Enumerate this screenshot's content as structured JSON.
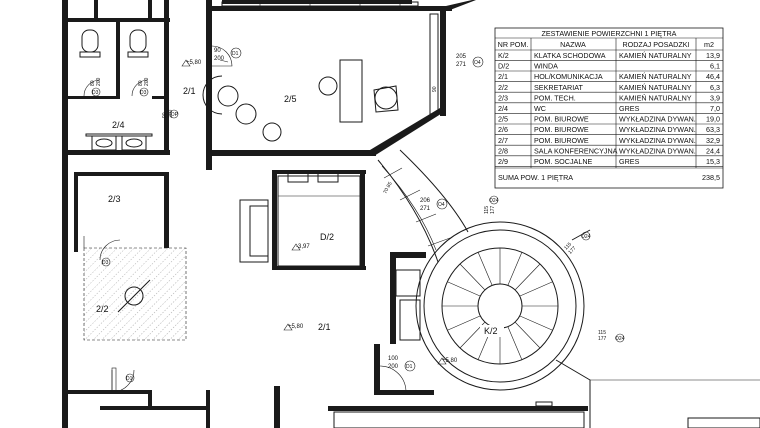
{
  "title": "ZESTAWIENIE POWIERZCHNI 1 PIĘTRA",
  "table": {
    "headers": [
      "NR POM.",
      "NAZWA",
      "RODZAJ POSADZKI",
      "m2"
    ],
    "rows": [
      [
        "K/2",
        "KLATKA SCHODOWA",
        "KAMIEŃ NATURALNY",
        "13,9"
      ],
      [
        "D/2",
        "WINDA",
        "",
        "6,1"
      ],
      [
        "2/1",
        "HOL/KOMUNIKACJA",
        "KAMIEŃ NATURALNY",
        "46,4"
      ],
      [
        "2/2",
        "SEKRETARIAT",
        "KAMIEŃ NATURALNY",
        "6,3"
      ],
      [
        "2/3",
        "POM. TECH.",
        "KAMIEŃ NATURALNY",
        "3,9"
      ],
      [
        "2/4",
        "WC",
        "GRES",
        "7,0"
      ],
      [
        "2/5",
        "POM. BIUROWE",
        "WYKŁADZINA DYWAN.",
        "19,0"
      ],
      [
        "2/6",
        "POM. BIUROWE",
        "WYKŁADZINA DYWAN.",
        "63,3"
      ],
      [
        "2/7",
        "POM. BIUROWE",
        "WYKŁADZINA DYWAN.",
        "32,9"
      ],
      [
        "2/8",
        "SALA KONFERENCYJNA",
        "WYKŁADZINA DYWAN.",
        "24,4"
      ],
      [
        "2/9",
        "POM. SOCJALNE",
        "GRES",
        "15,3"
      ]
    ],
    "total_label": "SUMA POW. 1 PIĘTRA",
    "total_value": "238,5"
  },
  "rooms": {
    "r21a": "2/1",
    "r25": "2/5",
    "r24": "2/4",
    "r23": "2/3",
    "r22": "2/2",
    "d2": "D/2",
    "r21b": "2/1",
    "k2": "K/2"
  },
  "levels": {
    "l1": "+5,80",
    "l2": "+5,80",
    "l3": "+5,80",
    "l4": "-3,97"
  },
  "doors": {
    "d1_w": "90",
    "d1_h": "200",
    "d1_tag": "D1",
    "d2_w": "205",
    "d2_h": "271",
    "d2_tag": "O4",
    "d3_w": "206",
    "d3_h": "271",
    "d3_tag": "O4",
    "d4_w": "100",
    "d4_h": "200",
    "d4_tag": "D1",
    "d5_w": "90",
    "d5_h": "200",
    "d5_tag": "DP",
    "wc1_w": "80",
    "wc1_h": "200",
    "wc1_tag": "D3",
    "wc2_w": "80",
    "wc2_h": "200",
    "wc2_tag": "D3",
    "sec_tag": "D3",
    "bottom_tag": "D1",
    "o24a_w": "115",
    "o24a_h": "177",
    "o24a_tag": "O24",
    "o24b_w": "115",
    "o24b_h": "177",
    "o24b_tag": "O24",
    "o24c_w": "115",
    "o24c_h": "177",
    "o24c_tag": "O24",
    "d90": "90",
    "d7085": "70 85"
  }
}
